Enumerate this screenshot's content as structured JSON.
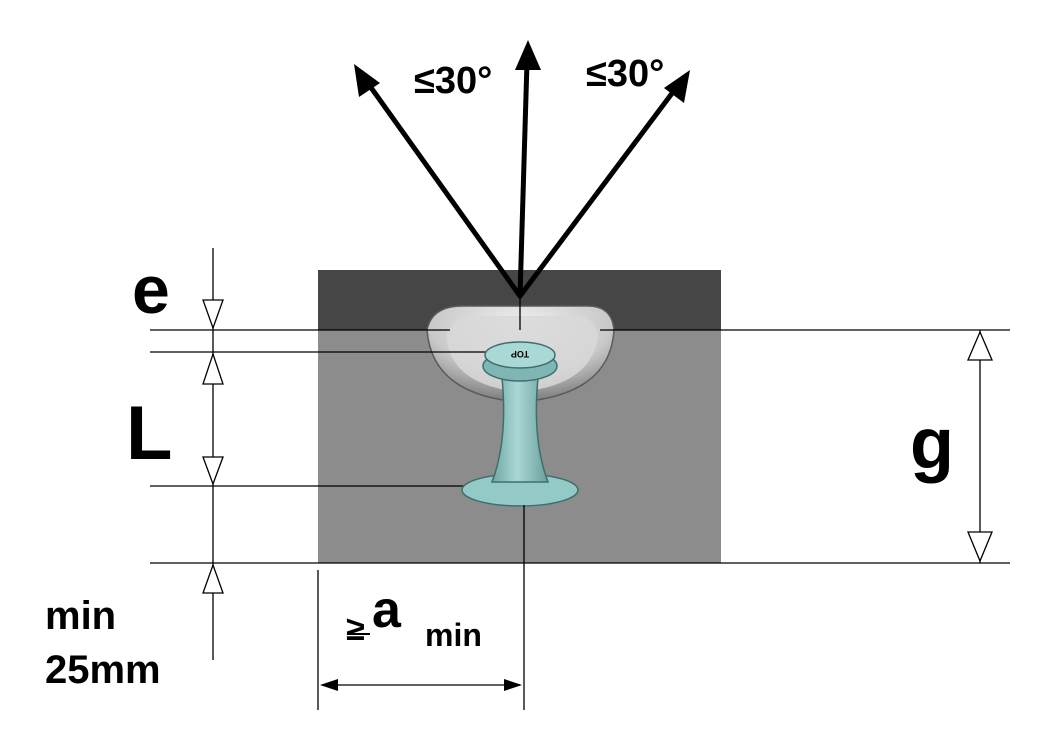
{
  "labels": {
    "angle_left": "≤30°",
    "angle_right": "≤30°",
    "e": "e",
    "L": "L",
    "g": "g",
    "min_line1": "min",
    "min_line2": "25mm",
    "a_prefix": "≥",
    "a_main": "a",
    "a_sub": "min"
  },
  "anchor_stamp": "TOP",
  "colors": {
    "slab_top": "#464646",
    "slab_body": "#8c8c8c",
    "recess": "#dcdcdc",
    "anchor": "#93c9c6",
    "anchor_edge": "#3f6f6d"
  },
  "icons": {
    "load_arrow": "arrow-up-icon",
    "dimension_marker": "triangle-marker-icon"
  }
}
